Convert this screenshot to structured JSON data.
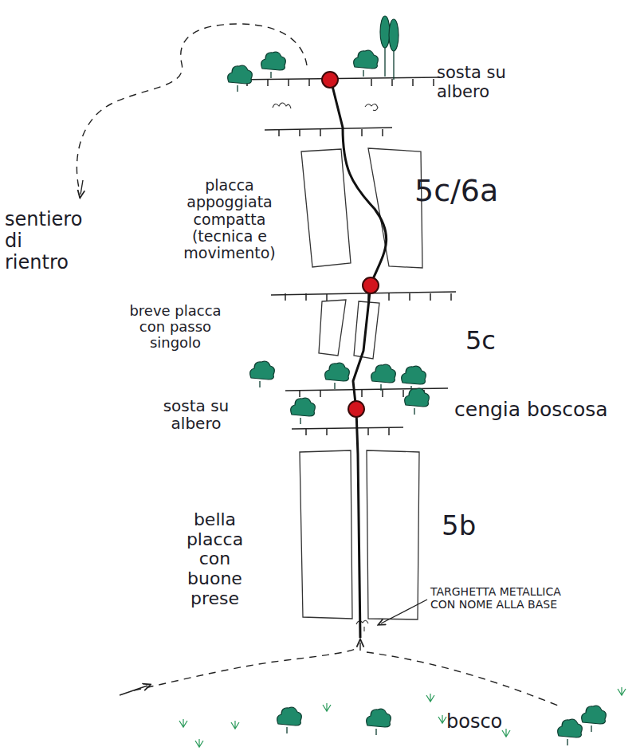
{
  "diagram": {
    "labels": [
      "sosta su albero",
      "5c/6a",
      "sentiero di rientro",
      "placca appoggiata compatta (tecnica e movimento)",
      "breve placca con passo singolo",
      "5c",
      "sosta su albero",
      "cengia boscosa",
      "bella placca con buone prese",
      "5b",
      "TARGHETTA METALLICA CON NOME ALLA BASE",
      "bosco"
    ]
  }
}
